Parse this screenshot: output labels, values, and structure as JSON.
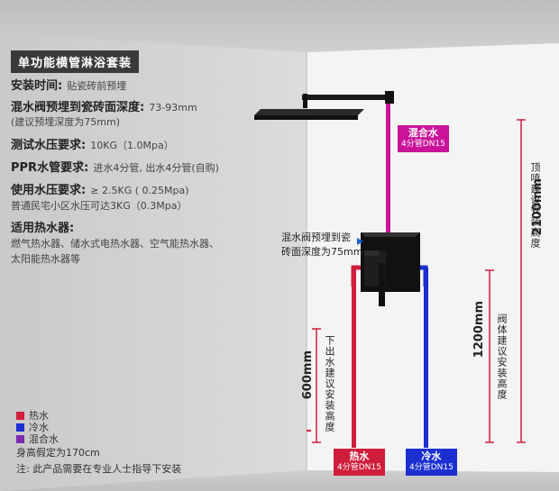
{
  "spec": {
    "title": "单功能横管淋浴套装",
    "install_time_label": "安装时间:",
    "install_time_value": "贴瓷砖前预埋",
    "valve_depth_label": "混水阀预埋到瓷砖面深度:",
    "valve_depth_value": "73-93mm",
    "valve_depth_note": "(建议预埋深度为75mm)",
    "test_pressure_label": "测试水压要求:",
    "test_pressure_value": "10KG（1.0Mpa）",
    "ppr_label": "PPR水管要求:",
    "ppr_value": "进水4分管, 出水4分管(自购)",
    "use_pressure_label": "使用水压要求:",
    "use_pressure_value": "≥ 2.5KG ( 0.25Mpa)",
    "use_pressure_note": "普通民宅小区水压可达3KG（0.3Mpa）",
    "heater_label": "适用热水器:",
    "heater_value_1": "燃气热水器、储水式电热水器、空气能热水器、",
    "heater_value_2": "太阳能热水器等"
  },
  "diagram": {
    "mix_tag": "混合水",
    "mix_tag_sub": "4分管DN15",
    "valve_note_1": "混水阀预埋到瓷",
    "valve_note_2": "砖面深度为75mm",
    "dim_2100": "2100mm",
    "dim_2100_text": "顶喷建议安装高度",
    "dim_1200": "1200mm",
    "dim_1200_text": "阀体建议安装高度",
    "dim_600": "600mm",
    "dim_600_text": "下出水建议安装高度",
    "hot_tag": "热水",
    "hot_tag_sub": "4分管DN15",
    "cold_tag": "冷水",
    "cold_tag_sub": "4分管DN15"
  },
  "legend": {
    "hot": "热水",
    "cold": "冷水",
    "mix": "混合水",
    "height_note": "身高假定为170cm",
    "disclaimer": "注: 此产品需要在专业人士指导下安装"
  },
  "colors": {
    "hot": "#cf1e3c",
    "cold": "#1b2fd1",
    "mix": "#c9149a"
  }
}
